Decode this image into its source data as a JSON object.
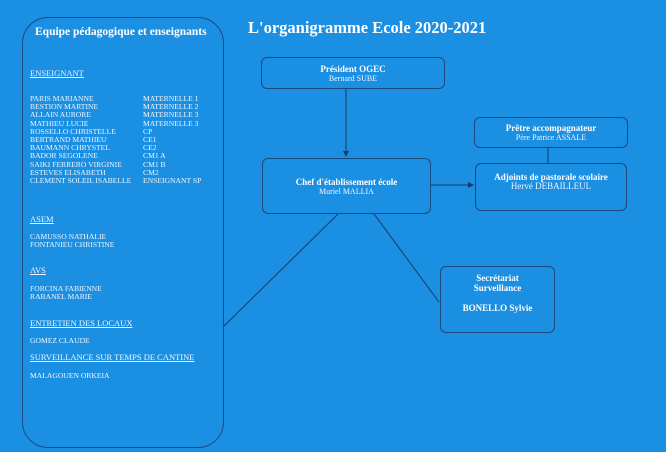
{
  "title": "L'organigramme Ecole 2020-2021",
  "panel": {
    "title": "Equipe pédagogique et enseignants",
    "enseignant": {
      "heading": "ENSEIGNANT",
      "rows": [
        {
          "name": "PARIS MARIANNE",
          "class": "MATERNELLE 1"
        },
        {
          "name": "BESTION MARTINE",
          "class": "MATERNELLE 2"
        },
        {
          "name": "ALLAIN AURORE",
          "class": "MATERNELLE 3"
        },
        {
          "name": "MATHIEU LUCIE",
          "class": "MATERNELLE 3"
        },
        {
          "name": "ROSSELLO CHRISTELLE",
          "class": "CP"
        },
        {
          "name": "BERTRAND MATHIEU",
          "class": "CE1"
        },
        {
          "name": "BAUMANN CHRYSTEL",
          "class": "CE2"
        },
        {
          "name": "BADOR SEGOLENE",
          "class": "CM1 A"
        },
        {
          "name": "SAIKI FERRERO VIRGINIE",
          "class": "CM1 B"
        },
        {
          "name": "ESTEVES ELISABETH",
          "class": "CM2"
        },
        {
          "name": "CLEMENT SOLEIL ISABELLE",
          "class": "ENSEIGNANT SP"
        }
      ]
    },
    "asem": {
      "heading": "ASEM",
      "names": [
        "CAMUSSO NATHALIE",
        "FONTANIEU CHRISTINE"
      ]
    },
    "avs": {
      "heading": "AVS",
      "names": [
        "FORCINA FABIENNE",
        "RABANEL MARIE"
      ]
    },
    "entretien": {
      "heading": "ENTRETIEN DES LOCAUX",
      "names": [
        "GOMEZ CLAUDE"
      ]
    },
    "cantine": {
      "heading": "SURVEILLANCE SUR TEMPS DE CANTINE",
      "names": [
        "MALAGOUEN ORKEIA"
      ]
    }
  },
  "boxes": {
    "president": {
      "title": "Président OGEC",
      "name": "Bernard SUBE"
    },
    "pretre": {
      "title": "Prêtre accompagnateur",
      "name": "Père Patrice ASSALE"
    },
    "chef": {
      "title": "Chef d'établissement école",
      "name": "Muriel MALLIA"
    },
    "adjoints": {
      "title": "Adjoints de pastorale scolaire",
      "name": "Hervé DEBAILLEUL"
    },
    "secretariat": {
      "title1": "Secrétariat",
      "title2": "Surveillance",
      "name": "BONELLO Sylvie"
    }
  },
  "colors": {
    "background": "#1b8fe2",
    "border": "#1b4a7e"
  }
}
